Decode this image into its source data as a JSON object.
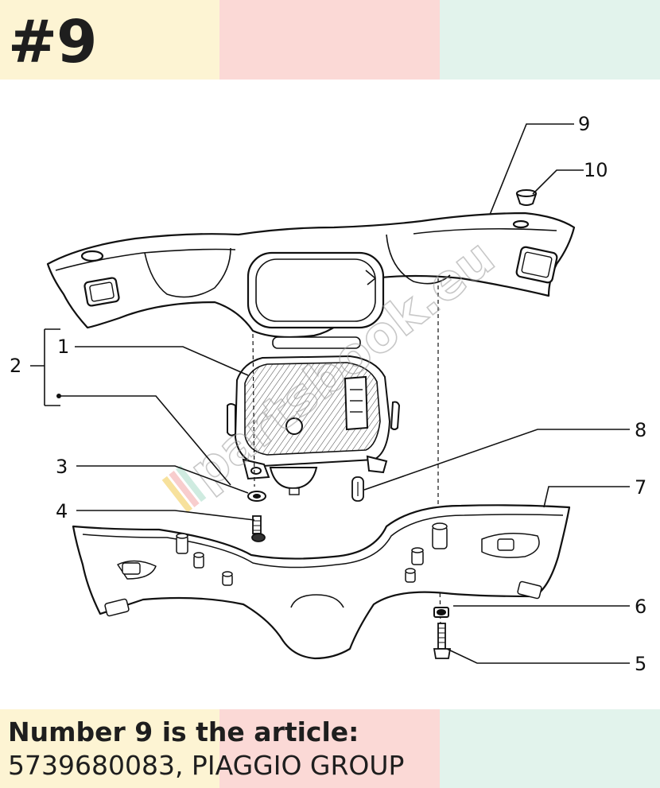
{
  "header": {
    "page_number": "#9",
    "band_colors": [
      "#fdf4d3",
      "#fbd9d6",
      "#e2f3ec"
    ]
  },
  "diagram": {
    "watermark": "partsbook.eu",
    "callouts": [
      {
        "number": "9"
      },
      {
        "number": "10"
      },
      {
        "number": "2"
      },
      {
        "number": "1"
      },
      {
        "number": "8"
      },
      {
        "number": "7"
      },
      {
        "number": "3"
      },
      {
        "number": "4"
      },
      {
        "number": "6"
      },
      {
        "number": "5"
      }
    ]
  },
  "caption": {
    "title": "Number 9 is the article:",
    "article": "5739680083, PIAGGIO GROUP"
  }
}
